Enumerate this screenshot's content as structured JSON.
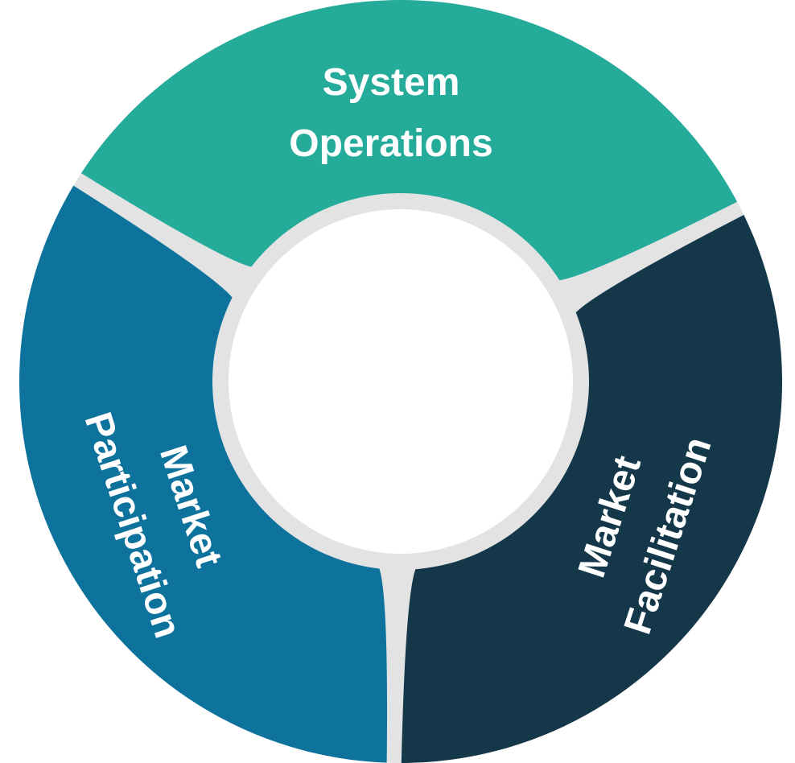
{
  "diagram": {
    "segments": [
      {
        "id": "system-operations",
        "line1": "System",
        "line2": "Operations",
        "color": "#24ab9a"
      },
      {
        "id": "market-facilitation",
        "line1": "Market",
        "line2": "Facilitation",
        "color": "#14384a"
      },
      {
        "id": "market-participation",
        "line1": "Market",
        "line2": "Participation",
        "color": "#0d739d"
      }
    ],
    "gap_color": "#e3e3e3",
    "center_color": "#ffffff"
  }
}
